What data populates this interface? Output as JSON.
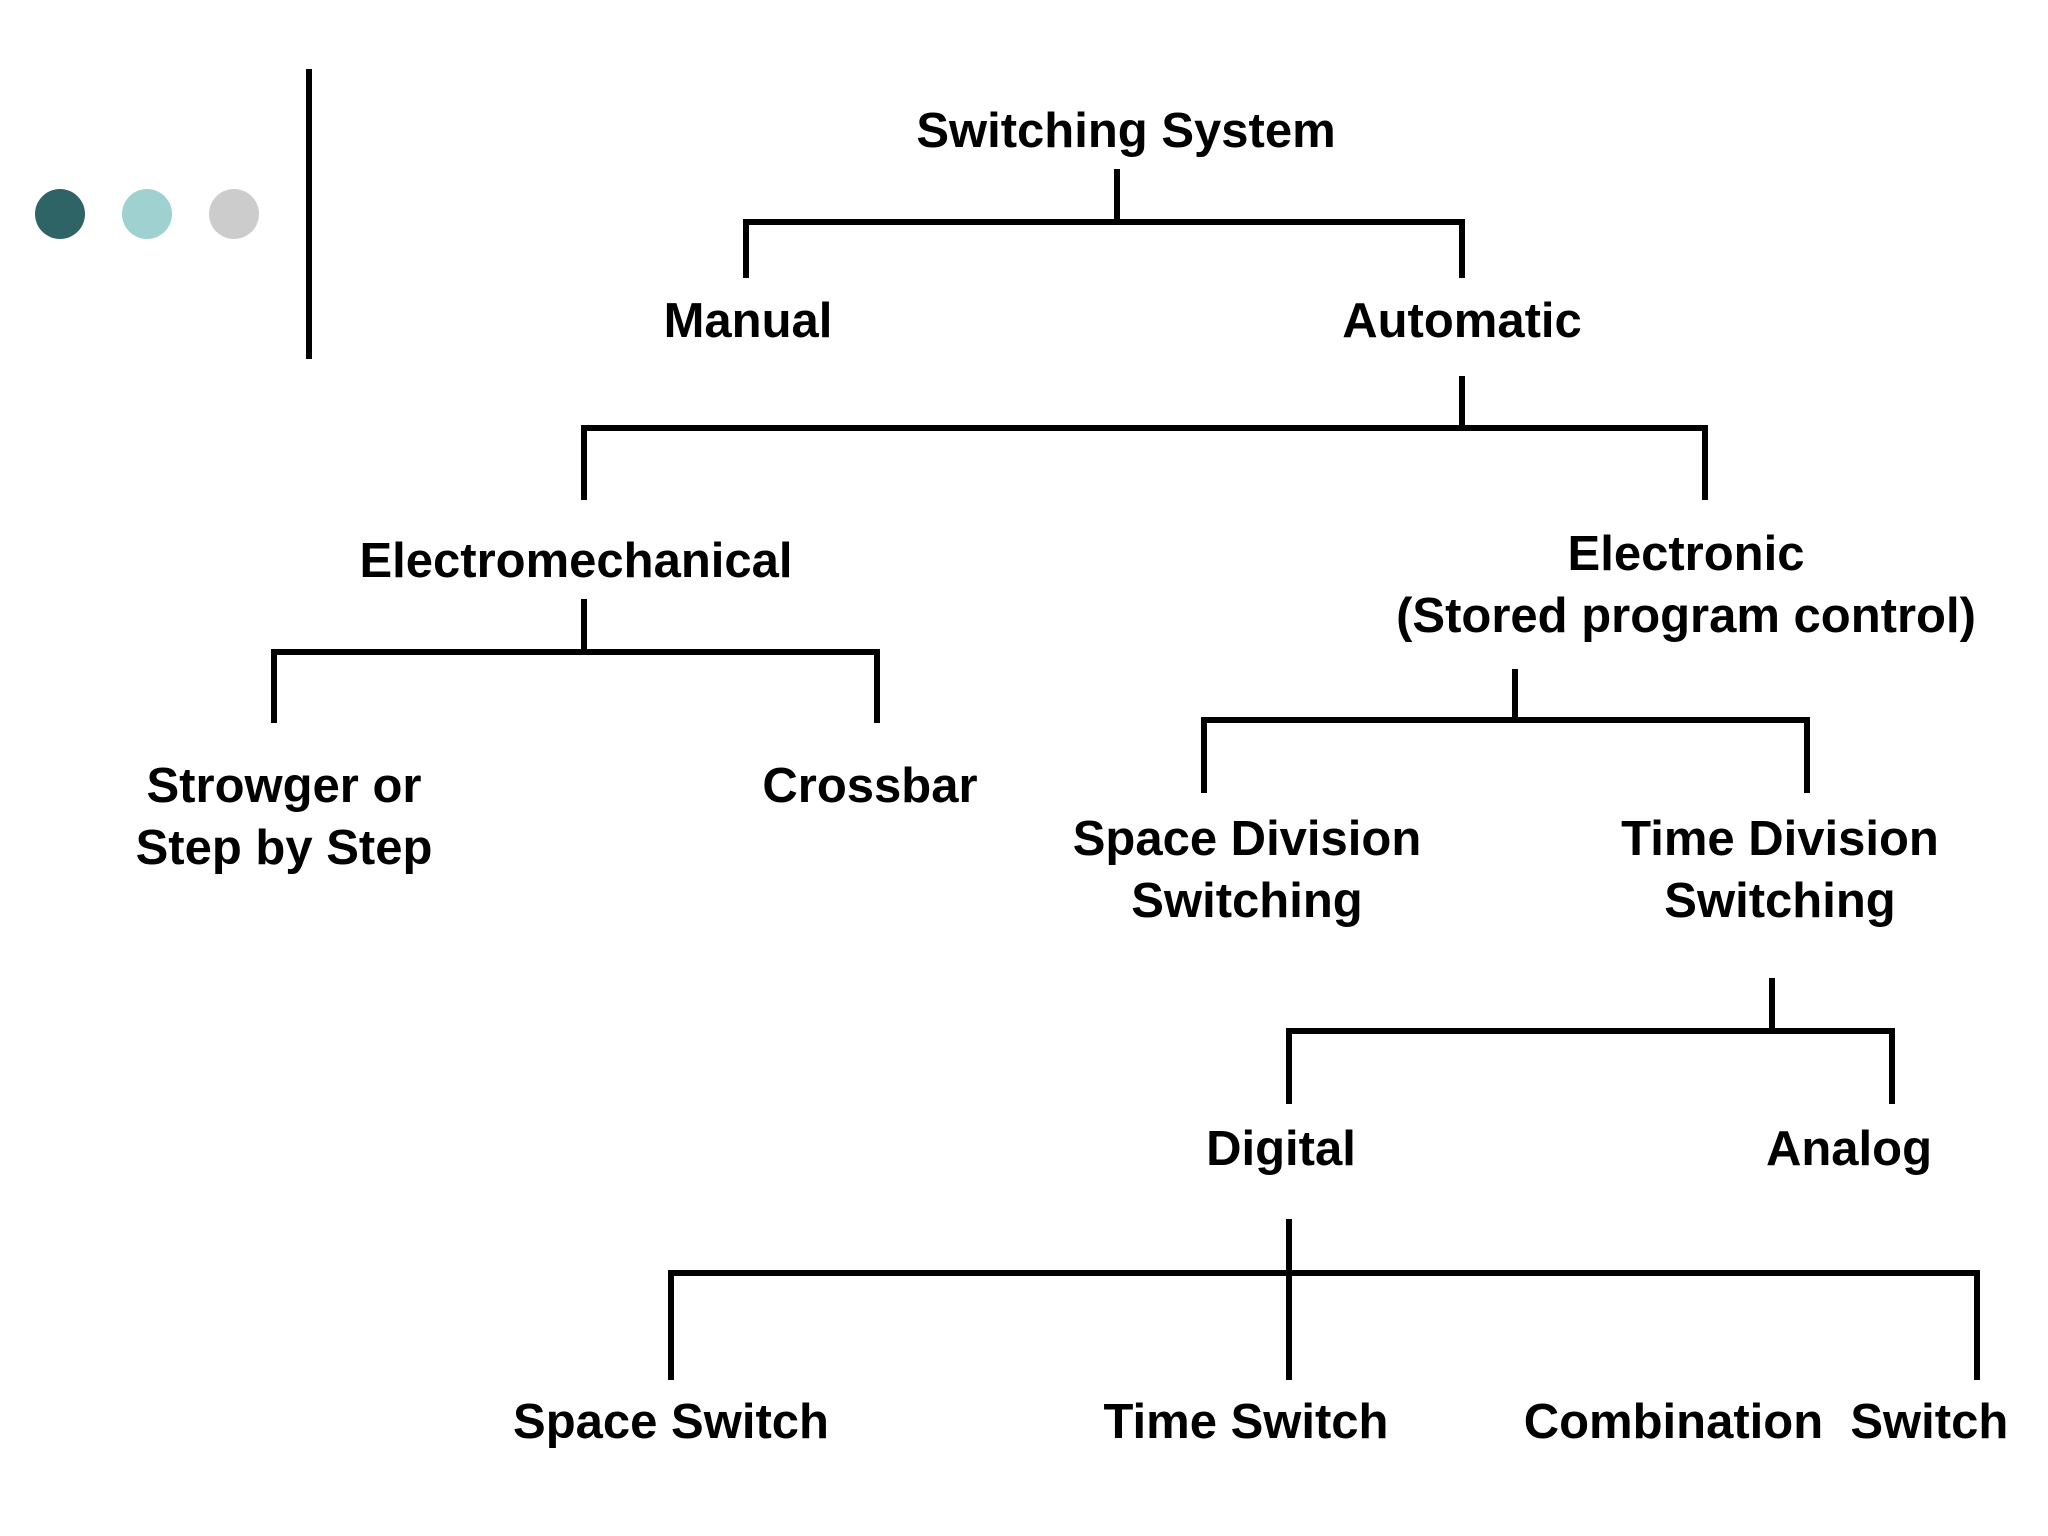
{
  "colors": {
    "dot_dark": "#2f6467",
    "dot_light": "#9fd1d1",
    "dot_gray": "#cccccc",
    "line": "#000000",
    "background": "#ffffff"
  },
  "tree": {
    "root": "Switching System",
    "level1": {
      "manual": "Manual",
      "automatic": "Automatic"
    },
    "level2": {
      "electromechanical": "Electromechanical",
      "electronic_line1": "Electronic",
      "electronic_line2": "(Stored program control)"
    },
    "electromechanical_children": {
      "strowger_line1": "Strowger or",
      "strowger_line2": "Step by Step",
      "crossbar": "Crossbar"
    },
    "electronic_children": {
      "space_division_line1": "Space Division",
      "space_division_line2": "Switching",
      "time_division_line1": "Time Division",
      "time_division_line2": "Switching"
    },
    "time_division_children": {
      "digital": "Digital",
      "analog": "Analog"
    },
    "digital_children": {
      "space_switch": "Space Switch",
      "time_switch": "Time Switch",
      "combination_switch": "Combination  Switch"
    }
  }
}
